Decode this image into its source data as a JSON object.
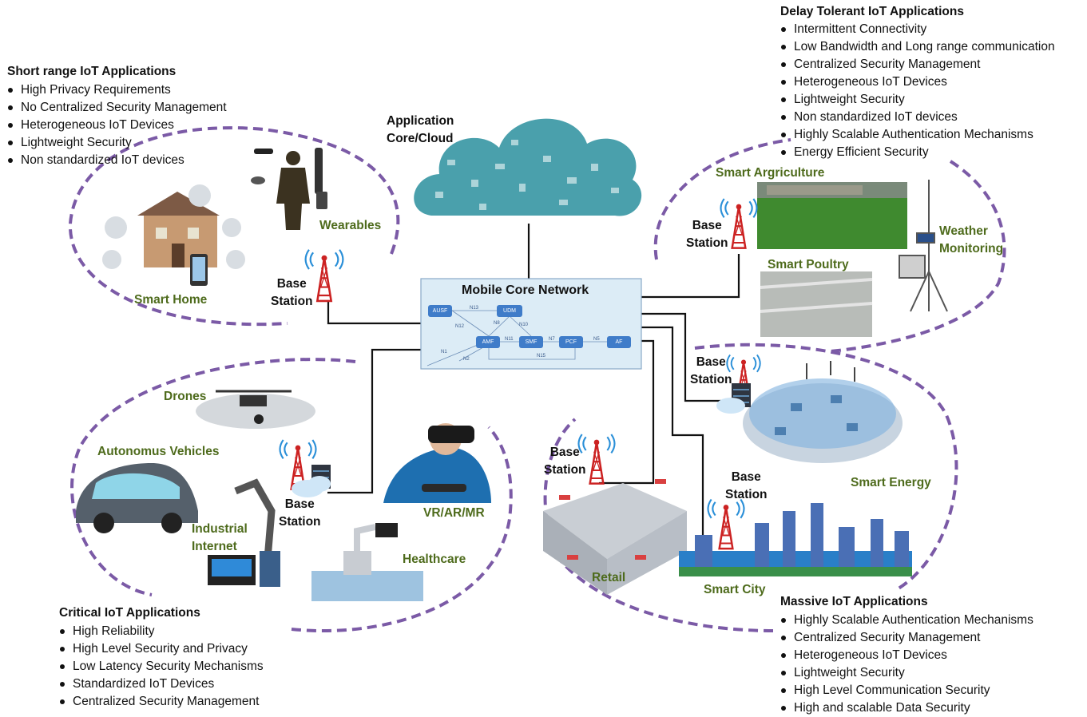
{
  "core": {
    "title": "Mobile Core Network",
    "functions": [
      "AUSF",
      "UDM",
      "AMF",
      "SMF",
      "PCF",
      "AF"
    ],
    "links": [
      "N13",
      "N12",
      "N8",
      "N10",
      "N11",
      "N7",
      "N5",
      "N1",
      "N2",
      "N15"
    ]
  },
  "cloud": {
    "label": "Application\nCore/Cloud"
  },
  "base_station_label": "Base\nStation",
  "groups": {
    "short_range": {
      "title": "Short range IoT Applications",
      "items": [
        "High Privacy Requirements",
        "No Centralized Security Management",
        "Heterogeneous IoT Devices",
        "Lightweight Security",
        "Non standardized IoT devices"
      ]
    },
    "delay_tolerant": {
      "title": "Delay Tolerant IoT Applications",
      "items": [
        "Intermittent Connectivity",
        "Low Bandwidth and  Long range communication",
        "Centralized Security Management",
        "Heterogeneous IoT Devices",
        "Lightweight Security",
        "Non standardized IoT devices",
        "Highly Scalable Authentication Mechanisms",
        "Energy Efficient Security"
      ]
    },
    "critical": {
      "title": "Critical IoT Applications",
      "items": [
        "High Reliability",
        "High Level Security and Privacy",
        "Low Latency Security Mechanisms",
        "Standardized IoT Devices",
        "Centralized Security Management"
      ]
    },
    "massive": {
      "title": "Massive IoT Applications",
      "items": [
        "Highly Scalable Authentication Mechanisms",
        "Centralized Security Management",
        "Heterogeneous IoT Devices",
        "Lightweight Security",
        "High Level Communication Security",
        "High and scalable Data Security"
      ]
    }
  },
  "applications": {
    "smart_home": "Smart Home",
    "wearables": "Wearables",
    "smart_agriculture": "Smart Argriculture",
    "weather_monitoring": "Weather\nMonitoring",
    "smart_poultry": "Smart Poultry",
    "drones": "Drones",
    "autonomous_vehicles": "Autonomus Vehicles",
    "industrial_internet": "Industrial\nInternet",
    "vr_ar_mr": "VR/AR/MR",
    "healthcare": "Healthcare",
    "retail": "Retail",
    "smart_energy": "Smart Energy",
    "smart_city": "Smart City"
  },
  "colors": {
    "dashed_outline": "#7b5aa6",
    "label_green": "#4e6b1c",
    "core_fill": "#dcecf6",
    "core_border": "#8aa9c8",
    "tower_red": "#cc2222",
    "signal_blue": "#2a8fd8",
    "cloud_teal": "#2a8f9e"
  },
  "icons": [
    "cell-tower-icon",
    "cloud-icon",
    "server-rack-icon"
  ]
}
